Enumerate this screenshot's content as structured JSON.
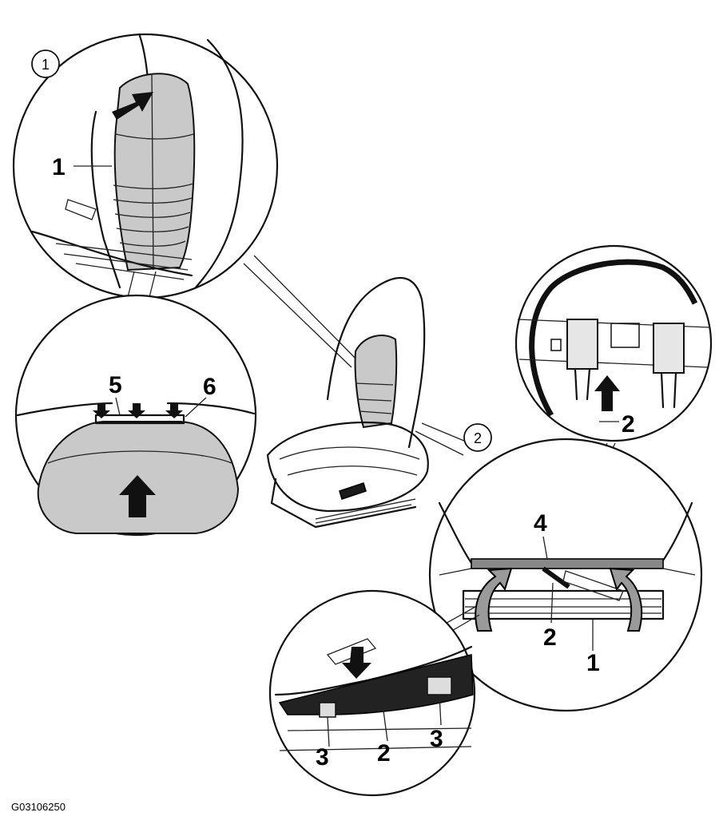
{
  "steps": [
    {
      "id": "step-1",
      "label": "1"
    },
    {
      "id": "step-2",
      "label": "2"
    }
  ],
  "callouts": {
    "top_left_1": "1",
    "bottom_left_5": "5",
    "bottom_left_6": "6",
    "top_right_2": "2",
    "right_4": "4",
    "right_2": "2",
    "right_1": "1",
    "bottom_3_left": "3",
    "bottom_2": "2",
    "bottom_3_right": "3"
  },
  "figure_id": "G03106250",
  "colors": {
    "line": "#111111",
    "cushion_fill": "#c9c9c9",
    "background": "#ffffff"
  }
}
